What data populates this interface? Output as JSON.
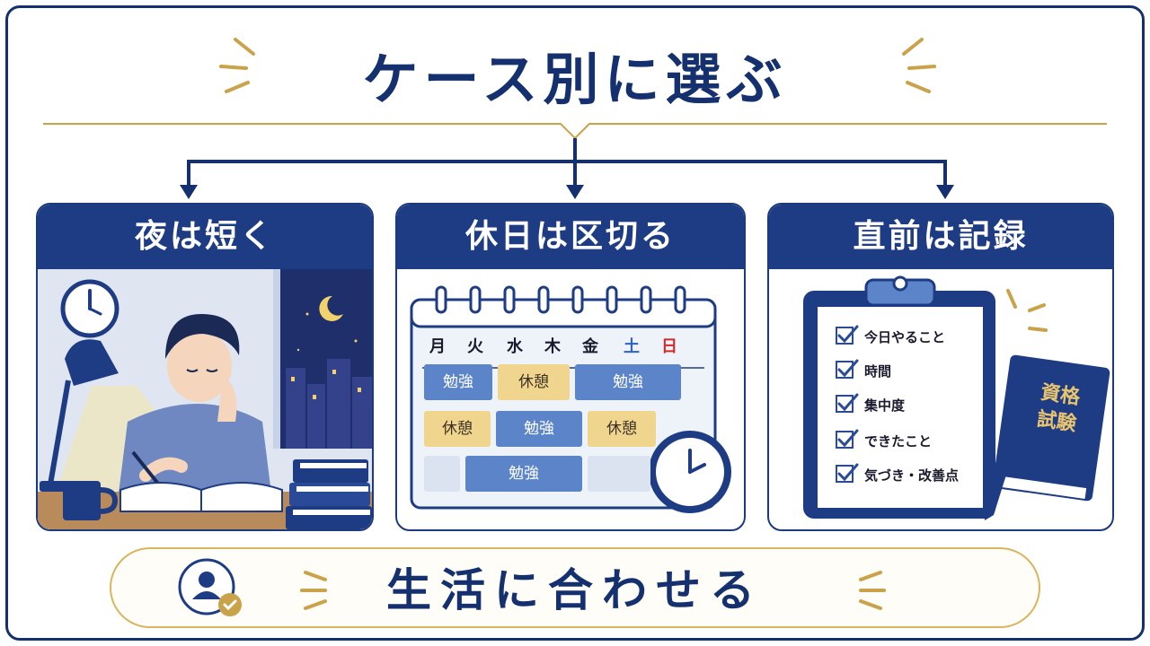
{
  "title": "ケース別に選ぶ",
  "cards": [
    {
      "heading": "夜は短く"
    },
    {
      "heading": "休日は区切る"
    },
    {
      "heading": "直前は記録"
    }
  ],
  "calendar": {
    "days": [
      "月",
      "火",
      "水",
      "木",
      "金",
      "土",
      "日"
    ],
    "day_colors": [
      "#1a1a2e",
      "#1a1a2e",
      "#1a1a2e",
      "#1a1a2e",
      "#1a1a2e",
      "#2e62c4",
      "#d22a2a"
    ],
    "cells": {
      "study": "勉強",
      "rest": "休憩"
    }
  },
  "checklist": {
    "items": [
      "今日やること",
      "時間",
      "集中度",
      "できたこと",
      "気づき・改善点"
    ]
  },
  "book": {
    "line1": "資格",
    "line2": "試験"
  },
  "footer": {
    "text": "生活に合わせる"
  },
  "colors": {
    "navy": "#15306e",
    "gold": "#c9a24a",
    "study": "#5b84c9",
    "rest": "#f0d58e"
  },
  "icons": [
    "clock-icon",
    "moon-icon",
    "desk-lamp-icon",
    "book-icon",
    "coffee-mug-icon",
    "calendar-icon",
    "alarm-clock-icon",
    "clipboard-icon",
    "checkbox-icon",
    "pen-icon",
    "user-check-icon"
  ]
}
